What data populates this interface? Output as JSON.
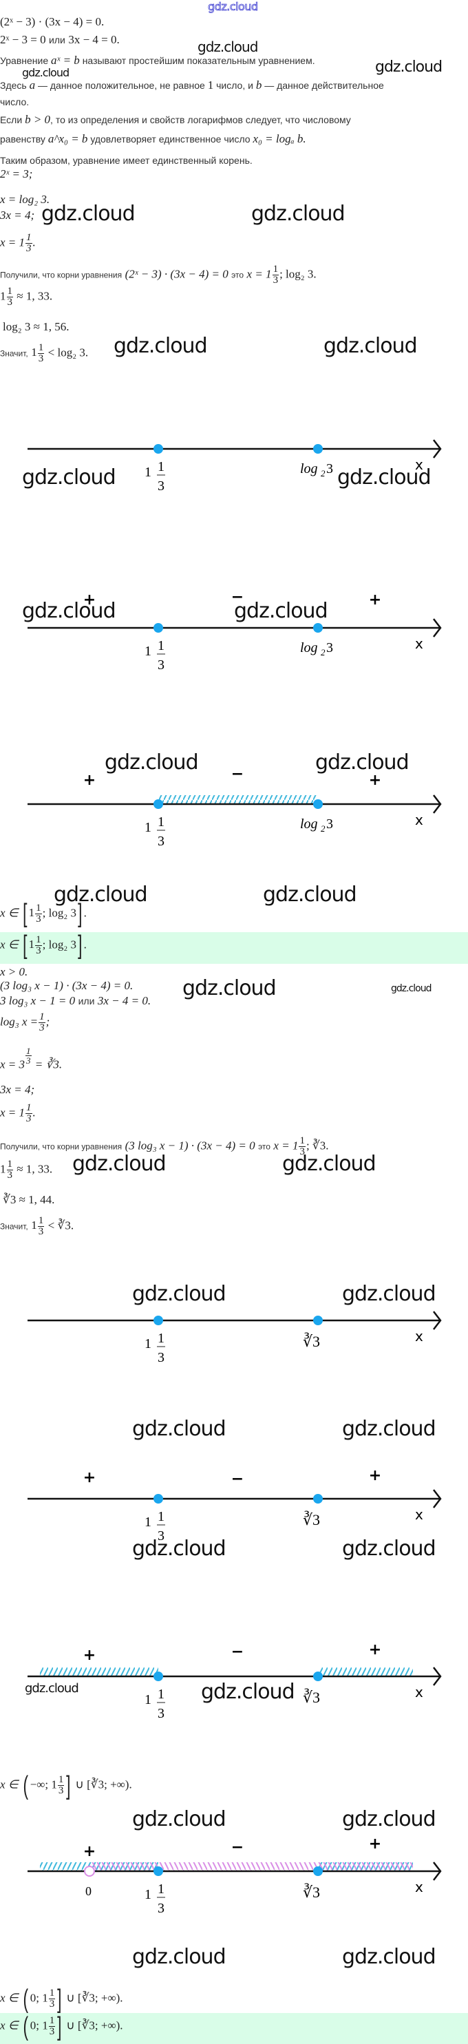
{
  "watermark": "gdz.cloud",
  "colors": {
    "point": "#1aa6ee",
    "hatch_blue": "#3fb8dc",
    "hatch_pink": "#d98ee6",
    "highlight": "#d9fde8",
    "watermark_top": "#3a3ad0"
  },
  "part1": {
    "eq1": "(2ˣ − 3) · (3x − 4) = 0.",
    "eq2_left": "2ˣ − 3 = 0",
    "or": "или",
    "eq2_right": "3x − 4 = 0.",
    "def1_a": "Уравнение",
    "def1_math": "aˣ = b",
    "def1_b": "называют простейшим показательным уравнением.",
    "def2_a": "Здесь",
    "def2_m1": "a",
    "def2_b": "— данное положительное, не равное",
    "def2_m2": "1",
    "def2_c": "число, и",
    "def2_m3": "b",
    "def2_d": "— данное действительное",
    "def2_e": "число.",
    "def3_a": "Если",
    "def3_m1": "b > 0",
    "def3_b": ", то из определения и свойств логарифмов следует, что числовому",
    "def3_c": "равенству",
    "def3_m2": "a^x₀ = b",
    "def3_d": "удовлетворяет единственное число",
    "def3_m3": "x₀ = logₐ b.",
    "conclusion": "Таким образом, уравнение имеет единственный корень.",
    "s1": "2ˣ = 3;",
    "s2": "x = log₂ 3.",
    "s3": "3x = 4;",
    "s4_left": "x = 1",
    "frac_n": "1",
    "frac_d": "3",
    "roots_a": "Получили, что корни уравнения",
    "roots_eq": "(2ˣ − 3) · (3x − 4) = 0",
    "roots_b": "это",
    "roots_x": "x = 1",
    "roots_c": "; log₂ 3.",
    "approx1": "≈ 1, 33.",
    "approx2": "log₂ 3 ≈ 1, 56.",
    "compare_a": "Значит,",
    "compare_b": "< log₂ 3.",
    "answer_prefix": "x ∈",
    "answer_interval": "; log₂ 3",
    "answer_suffix": "."
  },
  "part2": {
    "domain": "x > 0.",
    "eq1": "(3 log₃ x − 1) · (3x − 4) = 0.",
    "eq2_left": "3 log₃ x − 1 = 0",
    "or": "или",
    "eq2_right": "3x − 4 = 0.",
    "s1": "log₃ x =",
    "s2_a": "x = 3",
    "s2_b": "= ∛3.",
    "s3": "3x = 4;",
    "s4": "x = 1",
    "roots_a": "Получили, что корни уравнения",
    "roots_eq": "(3 log₃ x − 1) · (3x − 4) = 0",
    "roots_b": "это",
    "roots_x": "x = 1",
    "roots_c": "; ∛3.",
    "approx1": "≈ 1, 33.",
    "approx2": "∛3 ≈ 1, 44.",
    "compare_a": "Значит,",
    "compare_b": "< ∛3.",
    "interval1_prefix": "x ∈",
    "interval1_a": "−∞; 1",
    "interval1_b": "∪ [∛3; +∞).",
    "answer_prefix": "x ∈",
    "answer_a": "0; 1",
    "answer_b": "∪ [∛3; +∞)."
  },
  "number_lines": {
    "axis_label": "x",
    "label_a_whole": "1",
    "label_a_n": "1",
    "label_a_d": "3",
    "label_log": "log",
    "label_log_sub": "2",
    "label_log_val": "3",
    "label_root": "∛3",
    "label_zero": "0",
    "plus": "+",
    "minus": "−"
  }
}
